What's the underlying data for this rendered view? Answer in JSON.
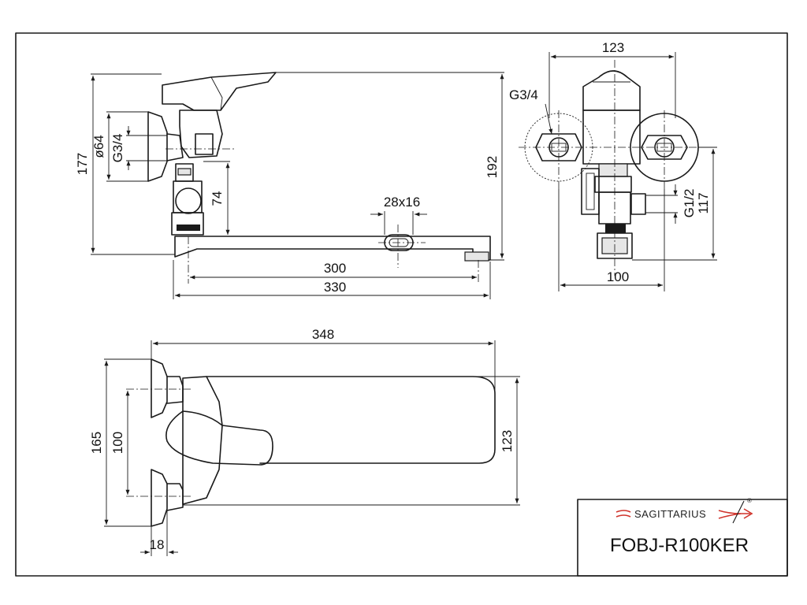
{
  "side_view": {
    "dim_177": "177",
    "dim_d64": "ø64",
    "dim_g34": "G3/4",
    "dim_74": "74",
    "dim_192": "192",
    "dim_28x16": "28x16",
    "dim_300": "300",
    "dim_330": "330"
  },
  "end_view": {
    "dim_123": "123",
    "dim_g34": "G3/4",
    "dim_g12": "G1/2",
    "dim_117": "117",
    "dim_100": "100"
  },
  "top_view": {
    "dim_348": "348",
    "dim_165": "165",
    "dim_100": "100",
    "dim_123": "123",
    "dim_18": "18"
  },
  "title_block": {
    "brand": "SAGITTARIUS",
    "registered": "®",
    "model": "FOBJ-R100KER",
    "brand_color": "#d0342c"
  }
}
